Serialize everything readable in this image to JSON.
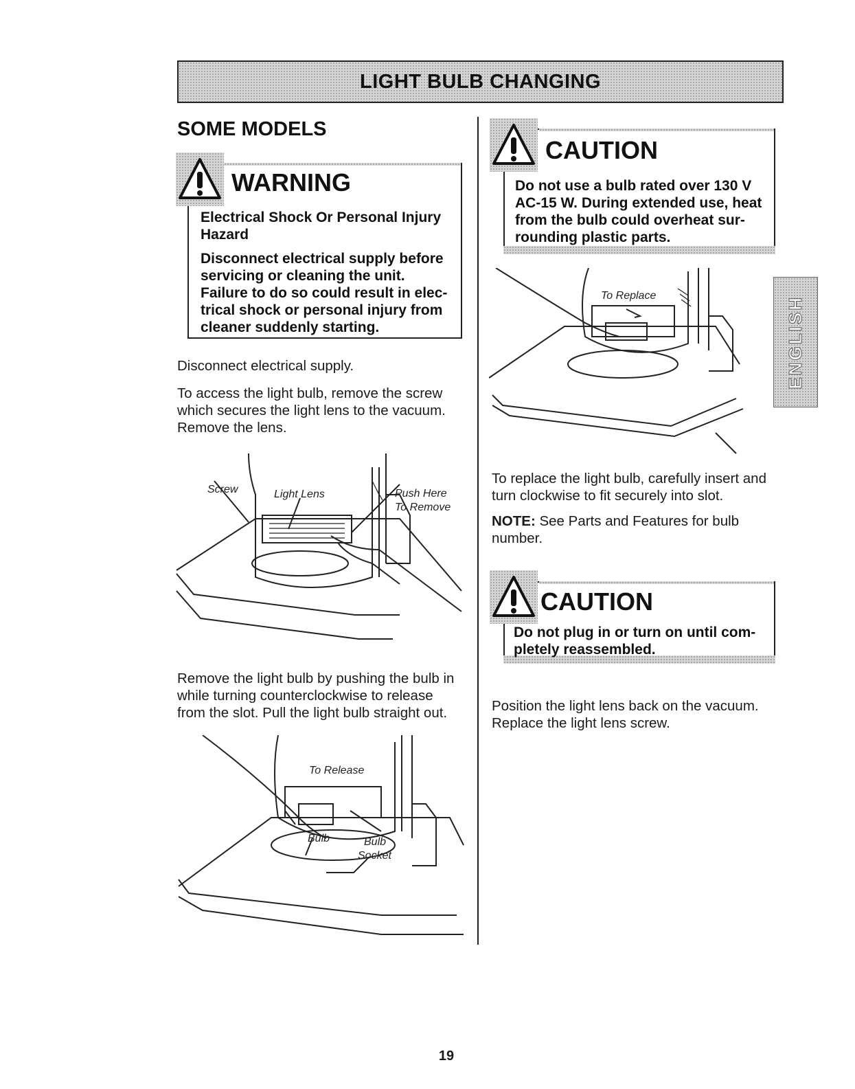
{
  "title": "LIGHT BULB CHANGING",
  "section_heading": "SOME MODELS",
  "warning": {
    "heading": "WARNING",
    "line1": "Electrical Shock Or Personal Injury",
    "line2": "Hazard",
    "body": [
      "Disconnect electrical supply before",
      "servicing or cleaning the unit.",
      "Failure to do so could result in elec-",
      "trical shock or personal injury from",
      "cleaner suddenly starting."
    ]
  },
  "left_paragraphs": {
    "p1": "Disconnect electrical supply.",
    "p2": [
      "To access the light bulb, remove the screw",
      "which secures the light lens to the vacuum.",
      "Remove the lens."
    ],
    "p3": [
      "Remove the light bulb by pushing the bulb in",
      "while turning counterclockwise to release",
      "from the slot.  Pull the light bulb straight out."
    ]
  },
  "figure1_labels": {
    "screw": "Screw",
    "light_lens": "Light Lens",
    "push_here": "Push Here",
    "to_remove": "To Remove"
  },
  "figure2_labels": {
    "to_release": "To Release",
    "bulb": "Bulb",
    "bulb_socket_1": "Bulb",
    "bulb_socket_2": "Socket"
  },
  "caution1": {
    "heading": "CAUTION",
    "body": [
      "Do not use a bulb rated over 130 V",
      "AC-15 W.  During extended use, heat",
      "from the bulb could overheat sur-",
      "rounding plastic parts."
    ]
  },
  "figure3_labels": {
    "to_replace": "To Replace"
  },
  "side_tab": "ENGLISH",
  "right_paragraphs": {
    "p1": [
      "To replace the light bulb, carefully insert and",
      "turn clockwise to fit securely into slot."
    ],
    "note_label": "NOTE:",
    "note_text": " See Parts and Features for bulb",
    "note_line2": "number.",
    "p2": [
      "Position the light lens back on the vacuum.",
      "Replace the light lens screw."
    ]
  },
  "caution2": {
    "heading": "CAUTION",
    "body": [
      "Do not plug in or turn on until com-",
      "pletely reassembled."
    ]
  },
  "page_number": "19",
  "colors": {
    "stipple_gray": "#d6d6d6",
    "ink": "#1a1a1a"
  },
  "icons": [
    "warning-triangle-icon"
  ]
}
